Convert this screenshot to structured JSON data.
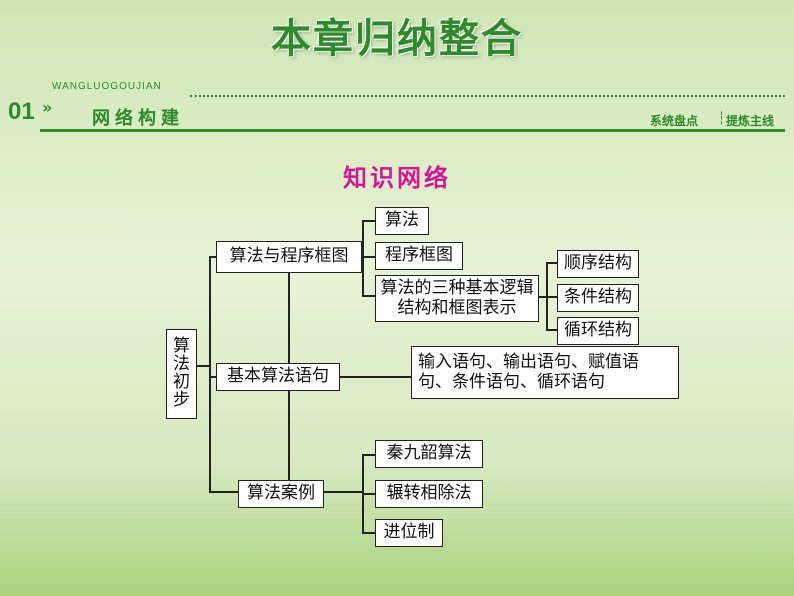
{
  "header": {
    "title": "本章归纳整合",
    "section_number": "01",
    "section_arrow": "»",
    "section_pinyin": "WANGLUOGOUJIAN",
    "section_title": "网络构建",
    "right_link_1": "系统盘点",
    "right_separator": "┆",
    "right_link_2": "提炼主线"
  },
  "subtitle": "知识网络",
  "diagram": {
    "root": "算法初步",
    "branches": [
      {
        "label": "算法与程序框图",
        "children": [
          {
            "label": "算法"
          },
          {
            "label": "程序框图"
          },
          {
            "label": "算法的三种基本逻辑结构和框图表示",
            "children": [
              "顺序结构",
              "条件结构",
              "循环结构"
            ]
          }
        ]
      },
      {
        "label": "基本算法语句",
        "children": [
          {
            "label": "输入语句、输出语句、赋值语句、条件语句、循环语句"
          }
        ]
      },
      {
        "label": "算法案例",
        "children": [
          {
            "label": "秦九韶算法"
          },
          {
            "label": "辗转相除法"
          },
          {
            "label": "进位制"
          }
        ]
      }
    ]
  },
  "colors": {
    "header_green": "#2f8a2d",
    "subtitle_magenta": "#d3179a"
  }
}
